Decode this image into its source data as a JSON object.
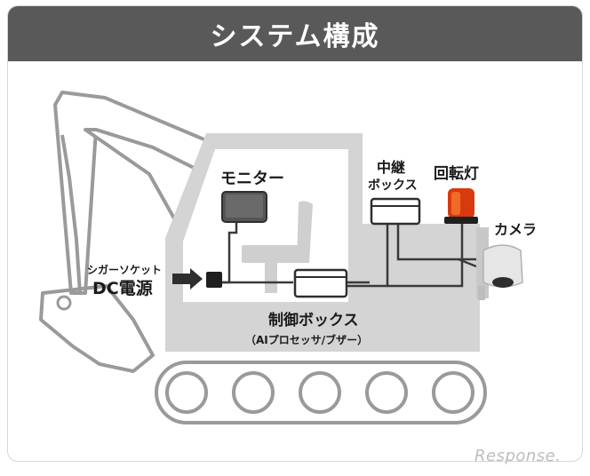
{
  "title": "システム構成",
  "labels": {
    "monitor": "モニター",
    "relay_box_line1": "中継",
    "relay_box_line2": "ボックス",
    "beacon": "回転灯",
    "camera": "カメラ",
    "cigar_socket": "シガーソケット",
    "dc_power": "DC電源",
    "control_box": "制御ボックス",
    "control_box_sub": "（AIプロセッサ/ブザー）"
  },
  "watermark": "Response."
}
